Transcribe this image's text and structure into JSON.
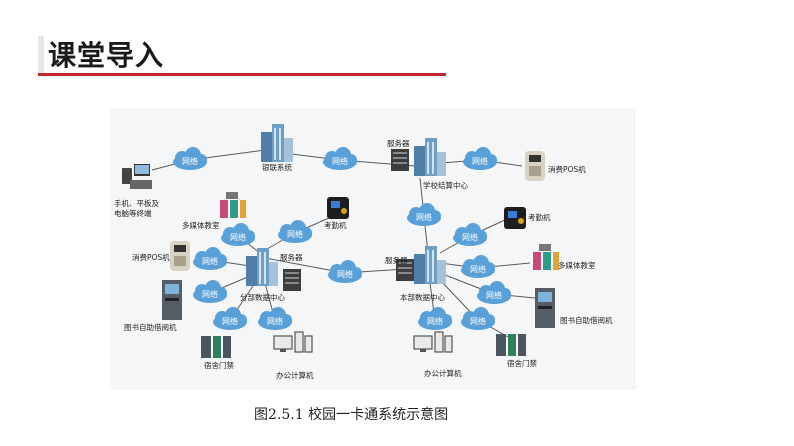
{
  "slide": {
    "title": "课堂导入",
    "caption": "图2.5.1  校园一卡通系统示意图",
    "accent_color": "#c0282d"
  },
  "diagram": {
    "cloud_label": "网络",
    "nodes": {
      "bank": "银联系统",
      "school_center": "学校结算中心",
      "server": "服务器",
      "pos": "消费POS机",
      "mobile": "手机、平板及\n电脑等终端",
      "multimedia": "多媒体教室",
      "attendance": "考勤机",
      "branch_center": "分部数据中心",
      "main_center": "本部数据中心",
      "library": "图书自助借阅机",
      "dorm": "宿舍门禁",
      "office": "办公计算机"
    }
  }
}
